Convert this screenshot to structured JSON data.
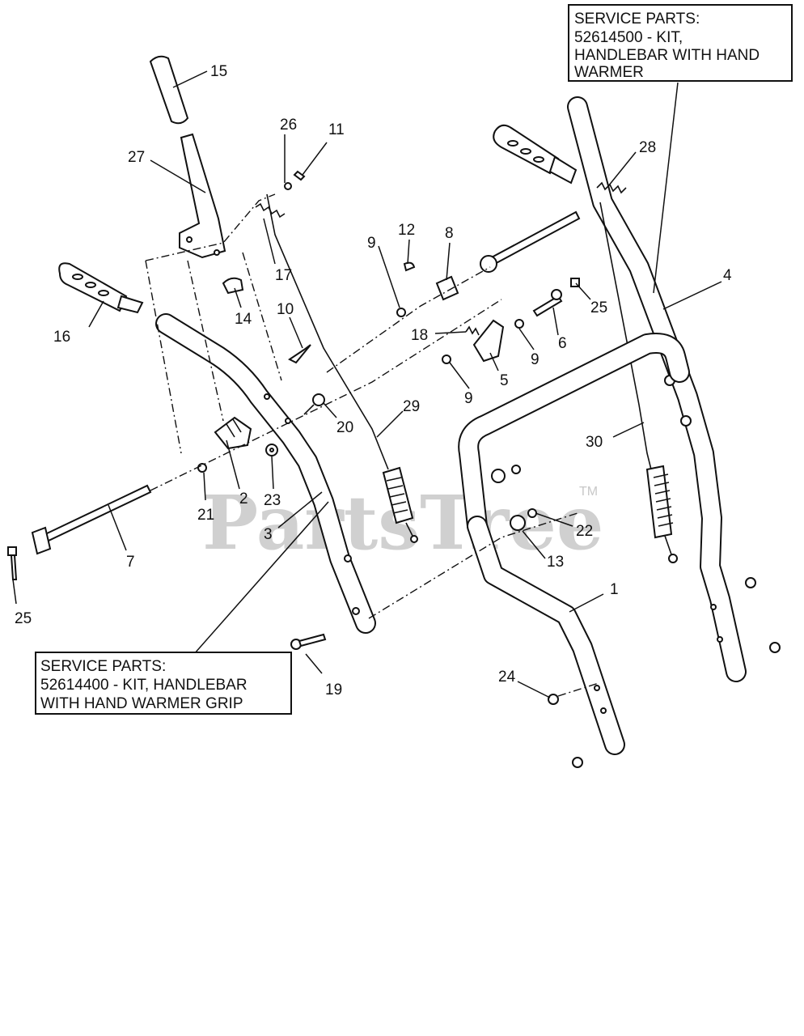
{
  "watermark": {
    "text": "PartsTree",
    "tm": "TM"
  },
  "service_boxes": [
    {
      "id": "right",
      "lines": [
        "SERVICE PARTS:",
        "52614500 - KIT,",
        "HANDLEBAR WITH HAND",
        "WARMER"
      ]
    },
    {
      "id": "left",
      "lines": [
        "SERVICE PARTS:",
        "52614400 - KIT, HANDLEBAR",
        "WITH HAND WARMER GRIP"
      ]
    }
  ],
  "callouts": {
    "c1": "1",
    "c2": "2",
    "c3": "3",
    "c4": "4",
    "c5": "5",
    "c6": "6",
    "c7": "7",
    "c8": "8",
    "c9a": "9",
    "c9b": "9",
    "c9c": "9",
    "c10": "10",
    "c11": "11",
    "c12": "12",
    "c13": "13",
    "c14": "14",
    "c15": "15",
    "c16": "16",
    "c17": "17",
    "c18": "18",
    "c19": "19",
    "c20": "20",
    "c21": "21",
    "c22": "22",
    "c23": "23",
    "c24": "24",
    "c25a": "25",
    "c25b": "25",
    "c26": "26",
    "c27": "27",
    "c28": "28",
    "c29": "29",
    "c30": "30"
  }
}
